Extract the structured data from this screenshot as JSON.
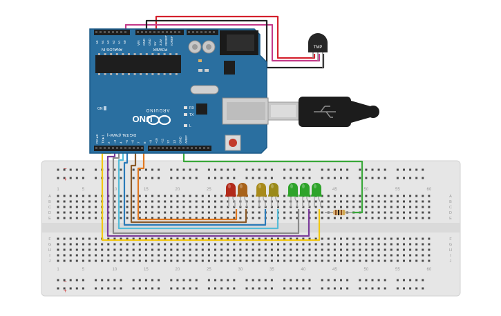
{
  "arduino": {
    "logo_text": "UNO",
    "brand_text": "ARDUINO",
    "analog_in_label": "ANALOG IN",
    "power_label": "POWER",
    "digital_label": "DIGITAL (PWM~)",
    "on_label": "ON",
    "rx_label": "RX",
    "tx_label": "TX",
    "l_label": "L",
    "analog_pins": [
      "A5",
      "A4",
      "A3",
      "A2",
      "A1",
      "A0"
    ],
    "power_pins": [
      "VIN",
      "GND",
      "GND",
      "5V",
      "3.3V",
      "RESET",
      "IOREF"
    ],
    "digital_pins": [
      "RX◄0",
      "TX►1",
      "2",
      "~3",
      "4",
      "~5",
      "~6",
      "7",
      "8",
      "~9",
      "~10",
      "~11",
      "12",
      "13",
      "GND",
      "AREF"
    ]
  },
  "sensor": {
    "label": "TMP"
  },
  "breadboard": {
    "top_numbers": [
      "1",
      "5",
      "10",
      "15",
      "20",
      "25",
      "30",
      "35",
      "40",
      "45",
      "50",
      "55",
      "60"
    ],
    "bottom_numbers": [
      "1",
      "5",
      "10",
      "15",
      "20",
      "25",
      "30",
      "35",
      "40",
      "45",
      "50",
      "55",
      "60"
    ],
    "row_letters_top": [
      "A",
      "B",
      "C",
      "D",
      "E"
    ],
    "row_letters_bottom": [
      "F",
      "G",
      "H",
      "I",
      "J"
    ],
    "rail_minus": "−",
    "rail_plus": "+"
  },
  "leds": [
    {
      "color": "#b22a1a"
    },
    {
      "color": "#a8621a"
    },
    {
      "color": "#a88a1a"
    },
    {
      "color": "#9a8a1a"
    },
    {
      "color": "#2ea32a"
    },
    {
      "color": "#2ea32a"
    },
    {
      "color": "#2ea32a"
    }
  ],
  "wires": {
    "red": "#d4202c",
    "magenta": "#c43a8a",
    "black": "#222222",
    "green": "#3aa83a",
    "yellow": "#f2c811",
    "purple": "#7a3a9a",
    "gray": "#8a8a8a",
    "cyan": "#55bcd8",
    "blue": "#2a7ab8",
    "brown": "#8a5a2a",
    "orange": "#e07820"
  }
}
